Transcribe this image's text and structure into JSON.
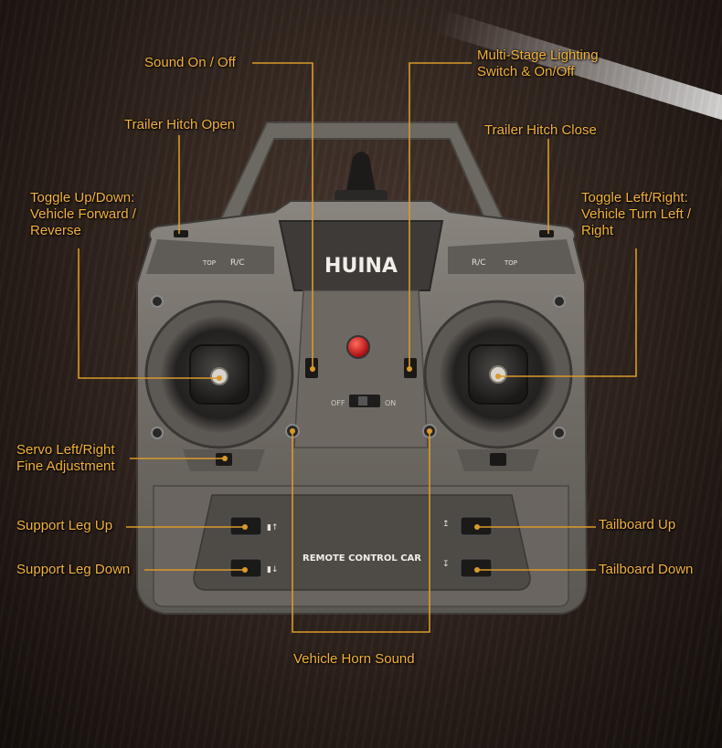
{
  "colors": {
    "accent": "#e8a537",
    "line": "#d99a2b",
    "body": "#77726c",
    "led": "#e3161a"
  },
  "device": {
    "brand": "HUINA",
    "panel_text": "REMOTE CONTROL CAR",
    "switch_off": "OFF",
    "switch_on": "ON",
    "badge_rc": "R/C",
    "badge_top": "TOP"
  },
  "labels": {
    "sound": "Sound On / Off",
    "lighting": "Multi-Stage Lighting\nSwitch & On/Off",
    "hitch_open": "Trailer Hitch Open",
    "hitch_close": "Trailer Hitch Close",
    "toggle_ud": "Toggle Up/Down:\nVehicle Forward /\n Reverse",
    "toggle_lr": "Toggle Left/Right:\nVehicle Turn Left /\nRight",
    "servo": "Servo Left/Right\nFine Adjustment",
    "support_up": "Support Leg Up",
    "support_down": "Support Leg Down",
    "tailboard_up": "Tailboard Up",
    "tailboard_down": "Tailboard Down",
    "horn": "Vehicle Horn Sound"
  },
  "icons": [
    "leg-up-icon",
    "leg-down-icon",
    "tailboard-up-icon",
    "tailboard-down-icon"
  ]
}
